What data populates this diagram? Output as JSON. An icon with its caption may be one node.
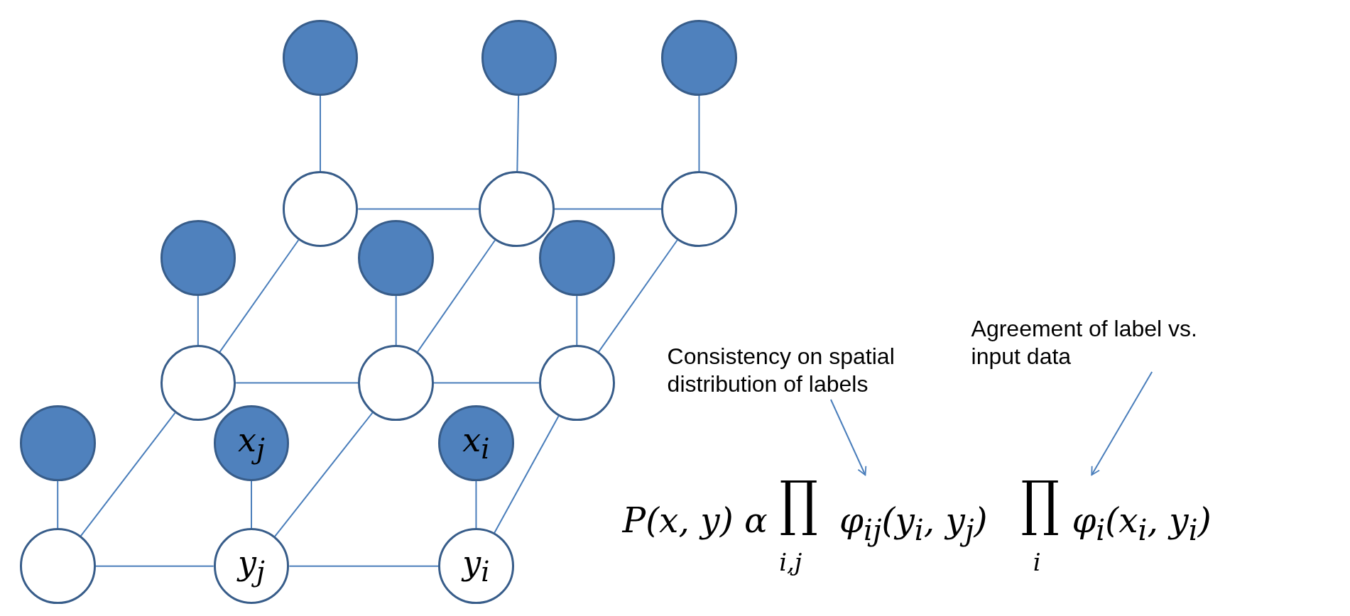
{
  "diagram": {
    "nodes": [
      {
        "text": [],
        "shape": "circle"
      },
      {
        "text": [],
        "shape": "circle"
      },
      {
        "text": [],
        "shape": "circle"
      },
      {
        "text": [],
        "shape": "circle"
      },
      {
        "text": [],
        "shape": "circle"
      },
      {
        "text": [],
        "shape": "circle"
      },
      {
        "text": [],
        "shape": "circle"
      },
      {
        "text": [],
        "shape": "circle"
      },
      {
        "text": [],
        "shape": "circle"
      },
      {
        "text": [],
        "shape": "circle"
      },
      {
        "text": [],
        "shape": "circle"
      },
      {
        "text": [],
        "shape": "circle"
      },
      {
        "text": [],
        "shape": "circle"
      },
      {
        "text": [
          "x$_{j}$"
        ]
      },
      {
        "text": [
          "x$_{i}$"
        ]
      },
      {
        "text": [],
        "shape": "circle"
      },
      {
        "text": [
          "y$_{j}$"
        ]
      },
      {
        "text": [
          "y$_{i}$"
        ]
      },
      {
        "text": [
          "Consistency on spatial distribution of labels"
        ]
      },
      {
        "text": [
          "Agreement of label vs. input data"
        ]
      }
    ],
    "edges": [
      {
        "from": 0,
        "to": 3,
        "arrow": "none"
      },
      {
        "from": 1,
        "to": 4,
        "arrow": "none"
      },
      {
        "from": 2,
        "to": 5,
        "arrow": "none"
      },
      {
        "from": 3,
        "to": 4,
        "arrow": "none"
      },
      {
        "from": 4,
        "to": 5,
        "arrow": "none"
      },
      {
        "from": 3,
        "to": 9,
        "arrow": "none"
      },
      {
        "from": 4,
        "to": 10,
        "arrow": "none"
      },
      {
        "from": 5,
        "to": 11,
        "arrow": "none"
      },
      {
        "from": 6,
        "to": 9,
        "arrow": "none"
      },
      {
        "from": 7,
        "to": 10,
        "arrow": "none"
      },
      {
        "from": 8,
        "to": 11,
        "arrow": "none"
      },
      {
        "from": 9,
        "to": 10,
        "arrow": "none"
      },
      {
        "from": 10,
        "to": 11,
        "arrow": "none"
      },
      {
        "from": 9,
        "to": 15,
        "arrow": "none"
      },
      {
        "from": 10,
        "to": 16,
        "arrow": "none"
      },
      {
        "from": 11,
        "to": 17,
        "arrow": "none"
      },
      {
        "from": 12,
        "to": 15,
        "arrow": "none"
      },
      {
        "from": 13,
        "to": 16,
        "arrow": "none"
      },
      {
        "from": 14,
        "to": 17,
        "arrow": "none"
      },
      {
        "from": 15,
        "to": 16,
        "arrow": "none"
      },
      {
        "from": 16,
        "to": 17,
        "arrow": "none"
      },
      {
        "from": 18,
        "to": null,
        "arrow": "to"
      },
      {
        "from": 19,
        "to": null,
        "arrow": "to"
      }
    ],
    "labels": [
      "P(x, y) α",
      "∏",
      "i,j",
      "φ$_{ij}$(y$_{i}$, y$_{j}$)",
      "∏",
      "i",
      "φ$_{i}$(x$_{i}$, y$_{i}$)"
    ]
  }
}
